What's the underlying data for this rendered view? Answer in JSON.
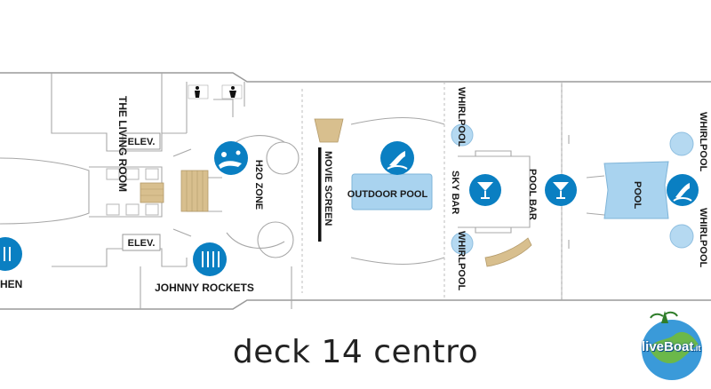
{
  "deck": {
    "caption": "deck 14 centro"
  },
  "rooms": {
    "living_room": "THE LIVING ROOM",
    "elevator_top": "ELEV.",
    "elevator_bottom": "ELEV.",
    "h2o_zone": "H2O ZONE",
    "movie_screen": "MOVIE SCREEN",
    "outdoor_pool": "OUTDOOR POOL",
    "whirlpool_upper": "WHIRLPOOL",
    "whirlpool_lower": "WHIRLPOOL",
    "sky_bar": "SKY BAR",
    "pool_bar": "POOL BAR",
    "pool": "POOL",
    "whirlpool_right_upper": "WHIRLPOOL",
    "whirlpool_right_lower": "WHIRLPOOL",
    "johnny_rockets": "JOHNNY ROCKETS",
    "kitchen_partial": "HEN"
  },
  "logo": {
    "text_live": "live",
    "text_boat": "Boat",
    "text_tld": ".it"
  },
  "colors": {
    "icon_blue": "#0a7fc2",
    "pool_water": "#a9d3ef",
    "whirlpool_water": "#b5d9f1",
    "wood": "#d8bf8e",
    "wall": "#9a9a9a",
    "text": "#1a1a1a"
  },
  "icons": [
    "restroom-icon",
    "kids-play-icon",
    "pool-icon",
    "cocktail-icon",
    "dining-icon"
  ]
}
